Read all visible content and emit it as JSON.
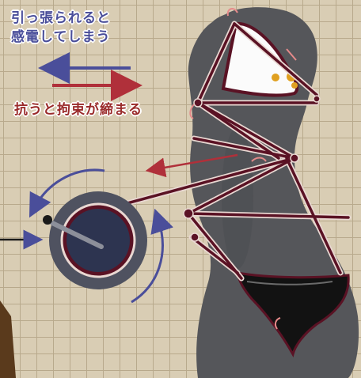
{
  "annotations": {
    "blue_line1": "引っ張られると",
    "blue_line2": "感電してしまう",
    "red_line": "抗うと拘束が締まる"
  },
  "colors": {
    "background": "#d9cdb4",
    "grid": "#b8a98c",
    "mannequin": "#55565a",
    "rope": "#5a1224",
    "rope_highlight": "#e9d8d2",
    "blue_arrow": "#4a4e9a",
    "red_arrow": "#b0303a",
    "panel_white": "#fbfbfb",
    "panel_black": "#121212",
    "knob_outer": "#4f5260",
    "knob_inner": "#2d3450"
  }
}
